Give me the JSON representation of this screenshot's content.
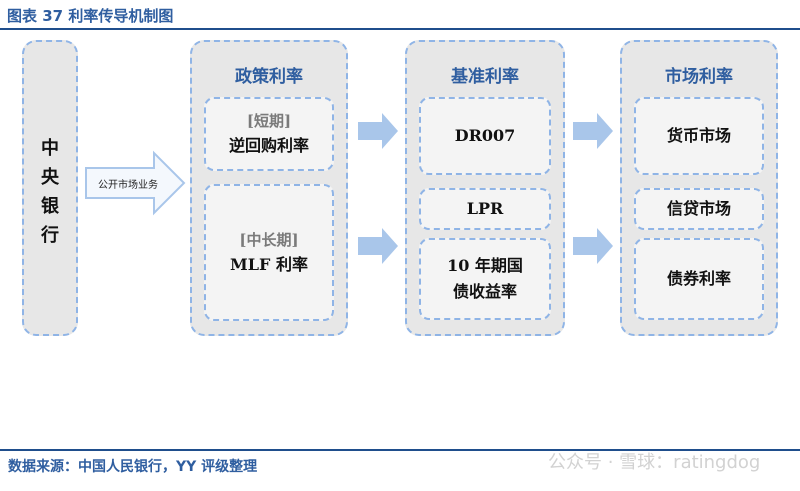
{
  "figure_title": "图表 37 利率传导机制图",
  "central_bank": {
    "chars": [
      "中",
      "央",
      "银",
      "行"
    ]
  },
  "main_arrow_label": "公开市场业务",
  "policy_rate": {
    "header": "政策利率",
    "short_term": {
      "tag": "[短期]",
      "label": "逆回购利率"
    },
    "mid_long_term": {
      "tag": "[中长期]",
      "label": "MLF 利率"
    }
  },
  "benchmark_rate": {
    "header": "基准利率",
    "items": [
      "DR007",
      "LPR",
      "10 年期国",
      "债收益率"
    ]
  },
  "market_rate": {
    "header": "市场利率",
    "items": [
      "货币市场",
      "信贷市场",
      "债券利率"
    ]
  },
  "source_text": "数据来源：中国人民银行，YY 评级整理",
  "watermark_text": "公众号 · 雪球：ratingdog",
  "colors": {
    "accent": "#2f5ea0",
    "dash_border": "#8fb4e6",
    "arrow_fill": "#a9c6ea",
    "rule": "#1f4e8c"
  }
}
